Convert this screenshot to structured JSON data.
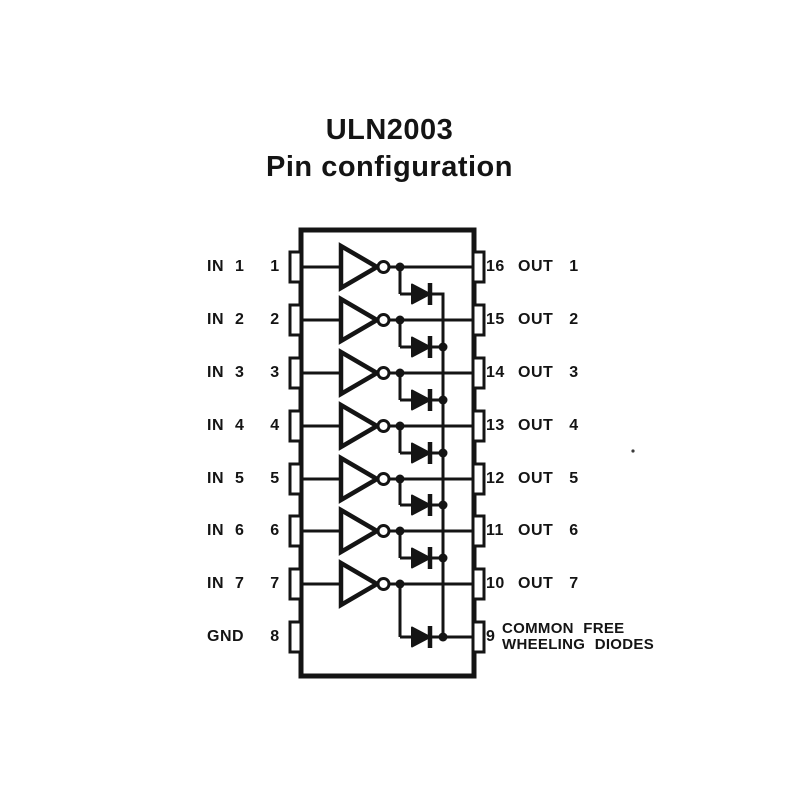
{
  "title": {
    "line1": "ULN2003",
    "line2": "Pin configuration"
  },
  "ic": {
    "part_name": "ULN2003",
    "rows": [
      {
        "left_label": "IN 1",
        "left_pin": "1",
        "right_pin": "16",
        "right_label": "OUT 1"
      },
      {
        "left_label": "IN 2",
        "left_pin": "2",
        "right_pin": "15",
        "right_label": "OUT 2"
      },
      {
        "left_label": "IN 3",
        "left_pin": "3",
        "right_pin": "14",
        "right_label": "OUT 3"
      },
      {
        "left_label": "IN 4",
        "left_pin": "4",
        "right_pin": "13",
        "right_label": "OUT 4"
      },
      {
        "left_label": "IN 5",
        "left_pin": "5",
        "right_pin": "12",
        "right_label": "OUT 5"
      },
      {
        "left_label": "IN 6",
        "left_pin": "6",
        "right_pin": "11",
        "right_label": "OUT 6"
      },
      {
        "left_label": "IN 7",
        "left_pin": "7",
        "right_pin": "10",
        "right_label": "OUT 7"
      },
      {
        "left_label": "GND",
        "left_pin": "8",
        "right_pin": "9",
        "right_label_line1": "COMMON FREE",
        "right_label_line2": "WHEELING DIODES"
      }
    ],
    "icons": {
      "inverter_gate": "not-gate-icon",
      "flyback_diode": "diode-icon"
    }
  },
  "colors": {
    "ink": "#141414",
    "background": "#ffffff"
  }
}
